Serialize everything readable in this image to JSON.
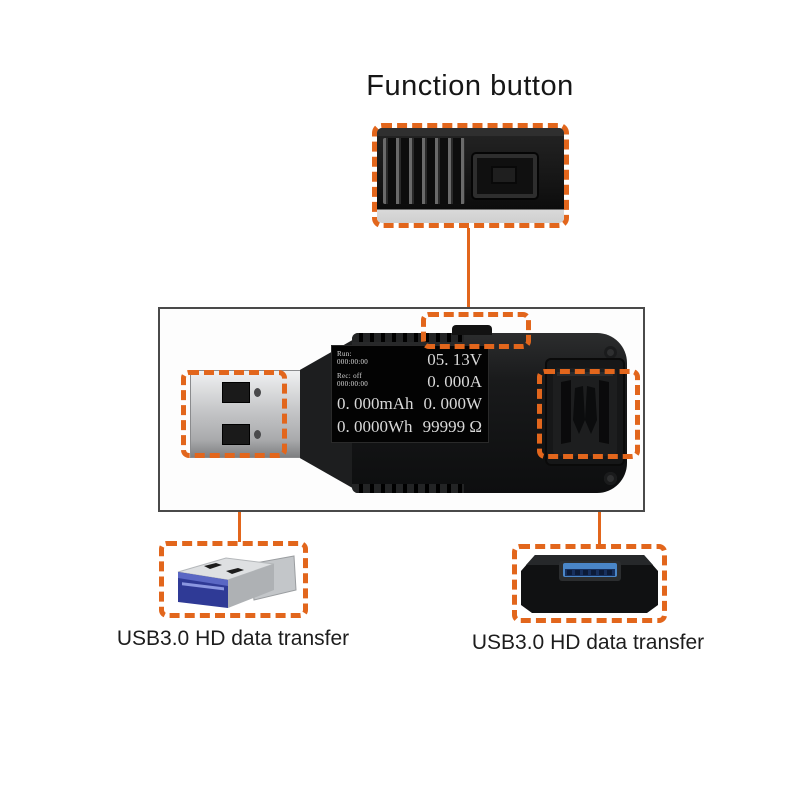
{
  "annotations": {
    "function_button": {
      "label": "Function button"
    },
    "usb_left": {
      "label": "USB3.0 HD data transfer"
    },
    "usb_right": {
      "label": "USB3.0 HD data transfer"
    }
  },
  "device_display": {
    "run_label": "Run:",
    "run_time": "000:00:00",
    "rec_label": "Rec: off",
    "rec_time": "000:00:00",
    "capacity_mah": "0. 000mAh",
    "energy_wh": "0. 0000Wh",
    "voltage": "05. 13V",
    "current": "0. 000A",
    "power": "0. 000W",
    "resistance": "99999 Ω"
  },
  "colors": {
    "callout_orange": "#e2661c",
    "frame_border": "#4a4a4a",
    "device_black": "#1a1b1c",
    "display_background": "#030303",
    "display_text": "#d9d9d9",
    "usb3_blue": "#2f3a96",
    "port_blue": "#4a86c8",
    "label_text": "#1d1d1d"
  }
}
